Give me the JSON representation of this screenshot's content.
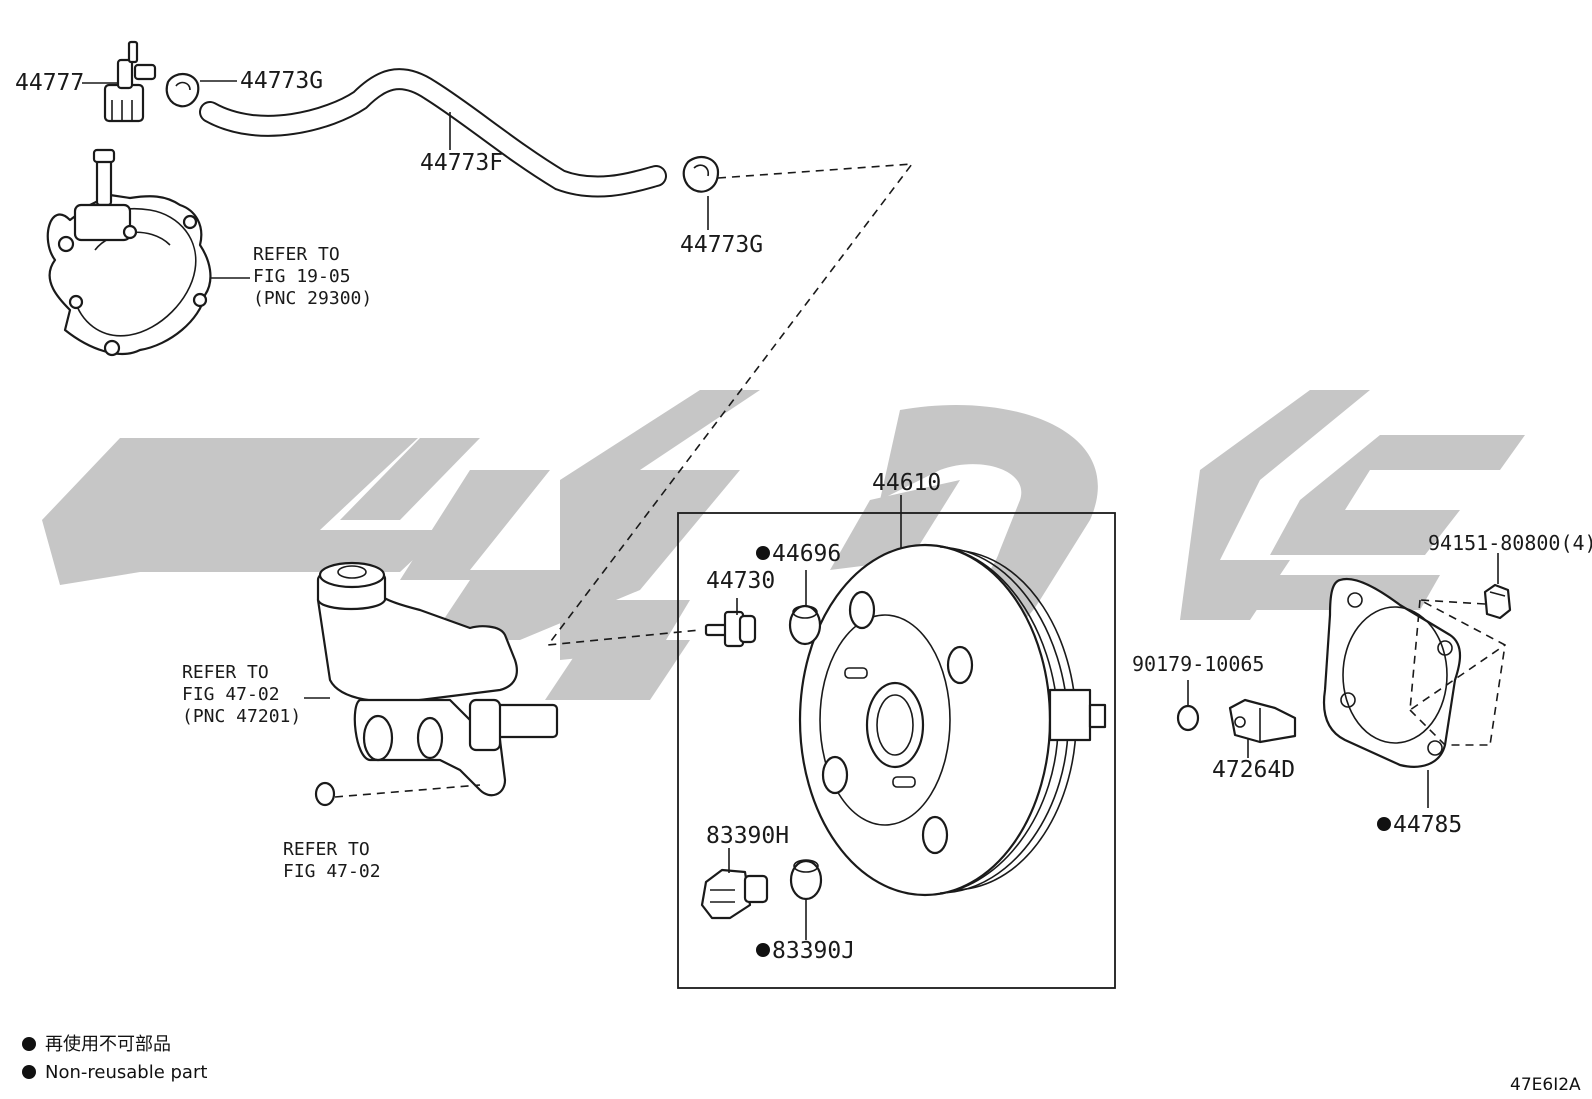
{
  "colors": {
    "line": "#1a1a1a",
    "watermark": "#c6c6c6",
    "background": "#ffffff"
  },
  "watermark": {
    "text": ""
  },
  "parts": {
    "p44777": "44777",
    "p44773G_top": "44773G",
    "p44773F": "44773F",
    "p44773G_right": "44773G",
    "p44610": "44610",
    "p44696": "44696",
    "p44730": "44730",
    "p83390H": "83390H",
    "p83390J": "83390J",
    "p94151": "94151-80800(4)",
    "p90179": "90179-10065",
    "p47264D": "47264D",
    "p44785": "44785"
  },
  "refs": {
    "pump": [
      "REFER TO",
      "FIG 19-05",
      "(PNC 29300)"
    ],
    "master": [
      "REFER TO",
      "FIG 47-02",
      "(PNC 47201)"
    ],
    "plug": [
      "REFER TO",
      "FIG 47-02"
    ]
  },
  "legend": {
    "line1": "再使用不可部品",
    "line2": "Non-reusable part"
  },
  "code": "47E6I2A"
}
